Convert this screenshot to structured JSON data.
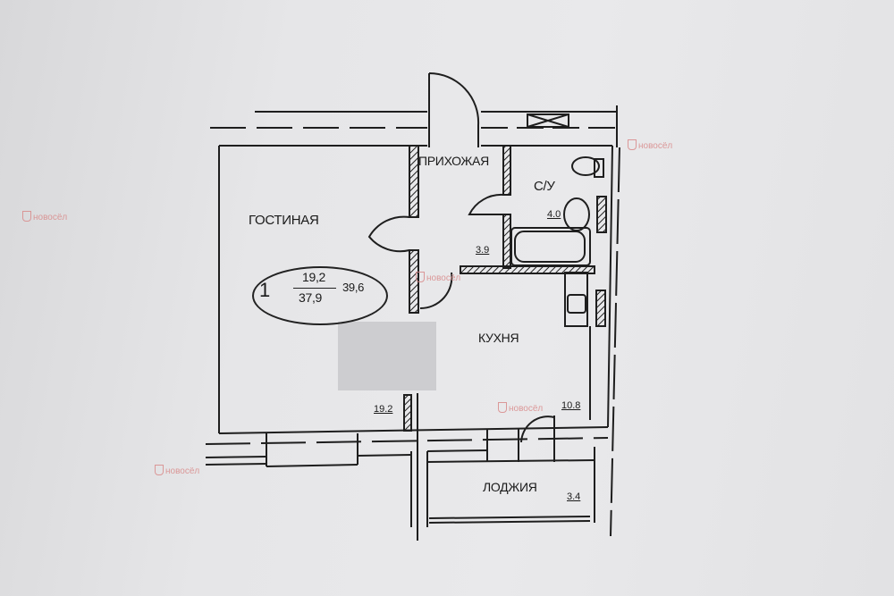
{
  "plan": {
    "rooms": {
      "living": {
        "name": "ГОСТИНАЯ",
        "area": "19.2"
      },
      "hall": {
        "name": "ПРИХОЖАЯ",
        "area": "3.9"
      },
      "bathroom": {
        "name": "С/У",
        "area": "4.0"
      },
      "kitchen": {
        "name": "КУХНЯ",
        "area": "10.8"
      },
      "loggia": {
        "name": "ЛОДЖИЯ",
        "area": "3.4"
      }
    },
    "summary": {
      "rooms_count": "1",
      "living_area": "19,2",
      "total_area": "37,9",
      "total_with_loggia": "39,6"
    }
  },
  "watermark": {
    "text": "новосёл"
  }
}
